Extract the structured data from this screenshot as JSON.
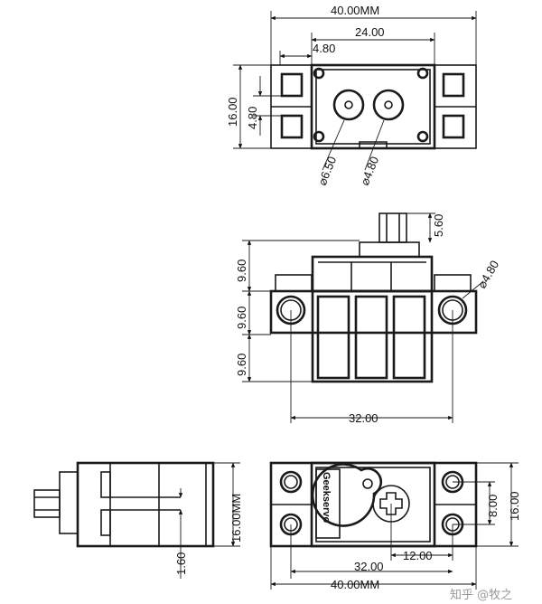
{
  "top_view": {
    "width_total": "40.00MM",
    "width_inner": "24.00",
    "tab_gap": "4.80",
    "height_total": "16.00",
    "height_tab": "4.80",
    "dia_large": "⌀6.50",
    "dia_small": "⌀4.80"
  },
  "front_view": {
    "shaft_height": "5.60",
    "seg_top": "9.60",
    "seg_mid": "9.60",
    "seg_bot": "9.60",
    "hole_dia": "⌀4.80",
    "hole_spacing": "32.00"
  },
  "side_view": {
    "height": "16.00MM",
    "offset": "1.60"
  },
  "bottom_view": {
    "brand": "Geekservo",
    "hole_spacing": "32.00",
    "width_total": "40.00MM",
    "shaft_offset": "12.00",
    "hole_pitch": "8.00",
    "height_total": "16.00"
  },
  "watermark": "知乎 @牧之"
}
